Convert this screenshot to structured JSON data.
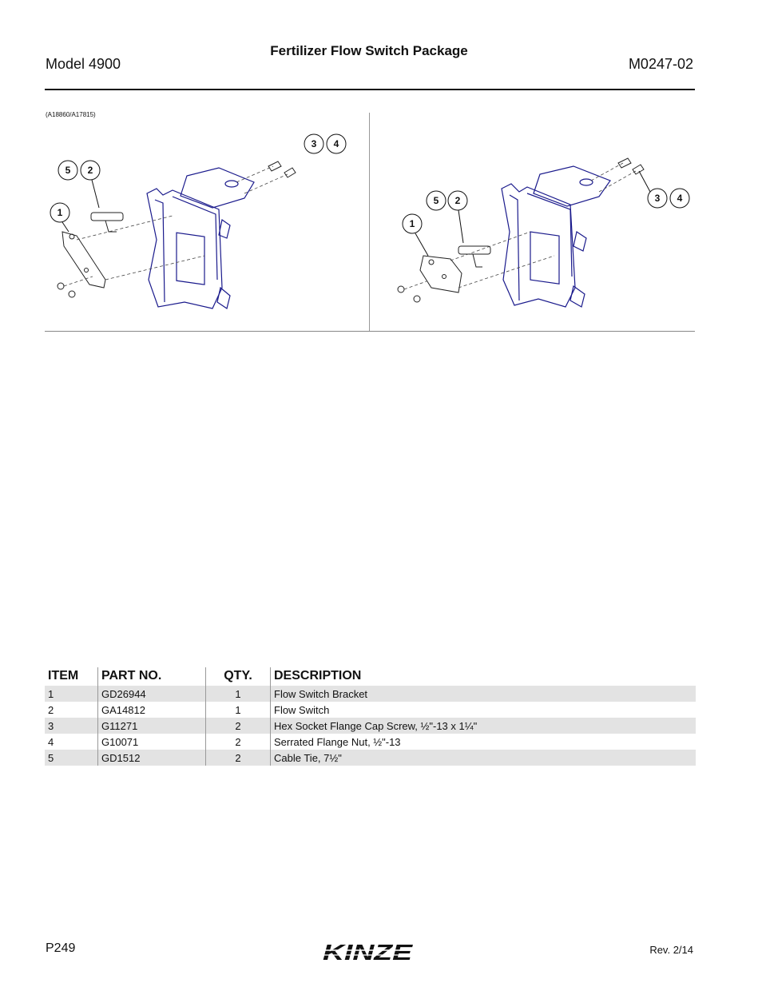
{
  "header": {
    "model": "Model 4900",
    "title": "Fertilizer Flow Switch Package",
    "doc_number": "M0247-02"
  },
  "figure": {
    "reference": "(A18860/A17815)",
    "callouts_left": [
      "5",
      "2",
      "1",
      "3",
      "4"
    ],
    "callouts_right": [
      "5",
      "2",
      "1",
      "3",
      "4"
    ]
  },
  "parts_table": {
    "headers": [
      "ITEM",
      "PART NO.",
      "QTY.",
      "DESCRIPTION"
    ],
    "rows": [
      {
        "item": "1",
        "part": "GD26944",
        "qty": "1",
        "desc": "Flow Switch Bracket"
      },
      {
        "item": "2",
        "part": "GA14812",
        "qty": "1",
        "desc": "Flow Switch"
      },
      {
        "item": "3",
        "part": "G11271",
        "qty": "2",
        "desc": "Hex Socket Flange Cap Screw, ½\"-13 x 1¼\""
      },
      {
        "item": "4",
        "part": "G10071",
        "qty": "2",
        "desc": "Serrated Flange Nut, ½\"-13"
      },
      {
        "item": "5",
        "part": "GD1512",
        "qty": "2",
        "desc": "Cable Tie, 7½\""
      }
    ]
  },
  "footer": {
    "page": "P249",
    "logo_text": "KINZE",
    "revision": "Rev. 2/14"
  }
}
